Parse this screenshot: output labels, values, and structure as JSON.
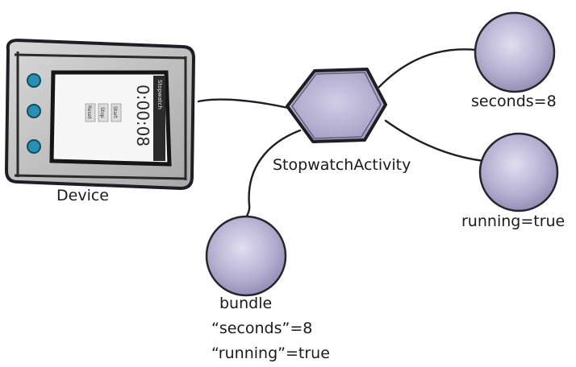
{
  "device": {
    "label": "Device",
    "screen": {
      "app_title": "Stopwatch",
      "time": "0:00:08",
      "buttons": [
        "Start",
        "Stop",
        "Reset"
      ]
    }
  },
  "activity": {
    "label": "StopwatchActivity"
  },
  "variables": [
    {
      "label": "seconds=8"
    },
    {
      "label": "running=true"
    }
  ],
  "bundle": {
    "title": "bundle",
    "entries": [
      "“seconds”=8",
      "“running”=true"
    ]
  },
  "colors": {
    "node_fill": "#b9b4d3",
    "node_stroke": "#1e1e24",
    "device_body": "#c9c9c9",
    "device_keys": "#2a8fb0"
  }
}
